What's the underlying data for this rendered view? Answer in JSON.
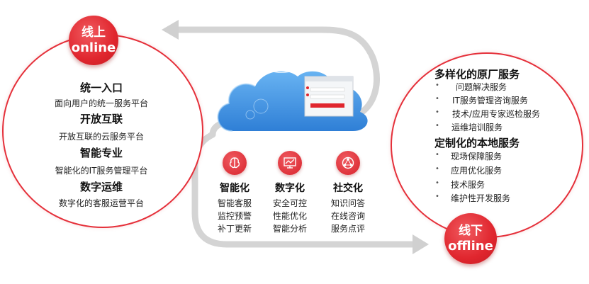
{
  "online": {
    "badge_cn": "线上",
    "badge_en": "online",
    "sections": [
      {
        "title": "统一入口",
        "subtitle": "面向用户的统一服务平台"
      },
      {
        "title": "开放互联",
        "subtitle": "开放互联的云服务平台"
      },
      {
        "title": "智能专业",
        "subtitle": "智能化的IT服务管理平台"
      },
      {
        "title": "数字运维",
        "subtitle": "数字化的客服运营平台"
      }
    ]
  },
  "offline": {
    "badge_cn": "线下",
    "badge_en": "offline",
    "groups": [
      {
        "title": "多样化的原厂服务",
        "items": [
          "问题解决服务",
          "IT服务管理咨询服务",
          "技术/应用专家巡检服务",
          "运维培训服务"
        ]
      },
      {
        "title": "定制化的本地服务",
        "items": [
          "现场保障服务",
          "应用优化服务",
          "技术服务",
          "维护性开发服务"
        ]
      }
    ]
  },
  "features": [
    {
      "icon": "brain-icon",
      "title": "智能化",
      "items": [
        "智能客服",
        "监控预警",
        "补丁更新"
      ]
    },
    {
      "icon": "monitor-chart-icon",
      "title": "数字化",
      "items": [
        "安全可控",
        "性能优化",
        "智能分析"
      ]
    },
    {
      "icon": "network-icon",
      "title": "社交化",
      "items": [
        "知识问答",
        "在线咨询",
        "服务点评"
      ]
    }
  ],
  "colors": {
    "accent": "#e0262e",
    "cloud": "#3d8fe0",
    "path": "#d6d6d6"
  }
}
